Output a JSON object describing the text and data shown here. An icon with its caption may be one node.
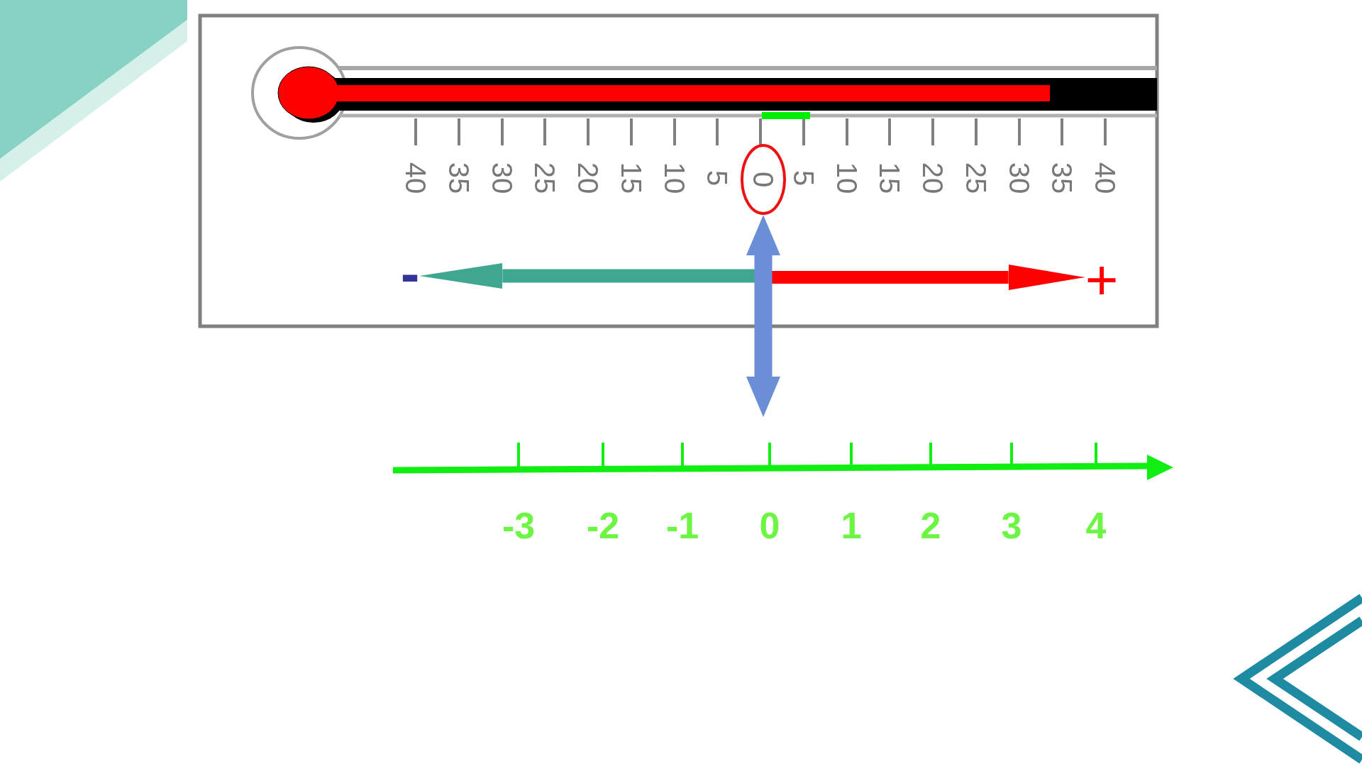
{
  "diagram": {
    "nodes": [
      {
        "text": [
          "0"
        ]
      },
      {
        "text": [
          "-"
        ]
      },
      {
        "text": [
          "+"
        ]
      },
      {
        "text": [
          "0"
        ]
      }
    ],
    "edges": [
      {
        "from": 0,
        "to": 3,
        "arrow": "both",
        "color": "#6b8fd6"
      },
      {
        "from": null,
        "to": 1,
        "arrow": "to",
        "color": "#3fa690"
      },
      {
        "from": null,
        "to": 2,
        "arrow": "to",
        "color": "#ff0000"
      }
    ],
    "labels": [
      "40",
      "35",
      "30",
      "25",
      "20",
      "15",
      "10",
      "5",
      "5",
      "10",
      "15",
      "20",
      "25",
      "30",
      "35",
      "40",
      "-3",
      "-2",
      "-1",
      "1",
      "2",
      "3",
      "4"
    ]
  }
}
